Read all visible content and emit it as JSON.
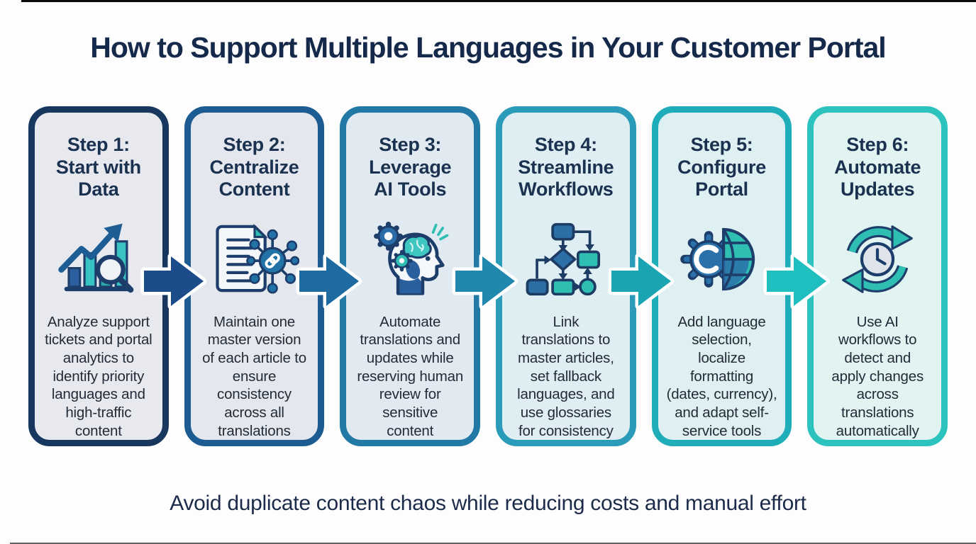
{
  "title": "How to Support Multiple Languages in Your Customer Portal",
  "tagline": "Avoid duplicate content chaos while reducing costs and manual effort",
  "steps": [
    {
      "heading": "Step 1:\nStart with\nData",
      "description": "Analyze support\ntickets and portal\nanalytics to\nidentify priority\nlanguages and\nhigh-traffic\ncontent",
      "icon": "bar-chart-magnifier-icon",
      "border_color": "#17375f",
      "fill_color": "#e7e9ef",
      "arrow_color": "#1c4c89"
    },
    {
      "heading": "Step 2:\nCentralize\nContent",
      "description": "Maintain one\nmaster version\nof each article to\nensure\nconsistency\nacross all\ntranslations",
      "icon": "document-link-network-icon",
      "border_color": "#1d5c92",
      "fill_color": "#e4e8ee",
      "arrow_color": "#1d6ba1"
    },
    {
      "heading": "Step 3:\nLeverage\nAI Tools",
      "description": "Automate\ntranslations and\nupdates while\nreserving human\nreview for\nsensitive\ncontent",
      "icon": "ai-head-gears-icon",
      "border_color": "#2379a6",
      "fill_color": "#e1eaf0",
      "arrow_color": "#2088ae"
    },
    {
      "heading": "Step 4:\nStreamline\nWorkflows",
      "description": "Link\ntranslations to\nmaster articles,\nset fallback\nlanguages, and\nuse glossaries\nfor consistency",
      "icon": "flowchart-icon",
      "border_color": "#2a9bb8",
      "fill_color": "#deeef2",
      "arrow_color": "#1ba4b2"
    },
    {
      "heading": "Step 5:\nConfigure\nPortal",
      "description": "Add language\nselection,\nlocalize\nformatting\n(dates, currency),\nand adapt self-\nservice tools",
      "icon": "gear-globe-icon",
      "border_color": "#1fadb9",
      "fill_color": "#def0f1",
      "arrow_color": "#1fbfbf"
    },
    {
      "heading": "Step 6:\nAutomate\nUpdates",
      "description": "Use AI\nworkflows to\ndetect and\napply changes\nacross\ntranslations\nautomatically",
      "icon": "sync-arrows-clock-icon",
      "border_color": "#2cc3bf",
      "fill_color": "#e1f4f2",
      "arrow_color": null
    }
  ],
  "icon_palette": {
    "navy_outline": "#1d3e6b",
    "blue_fill": "#2a6ca8",
    "teal_fill": "#2fbfb2",
    "light_fill": "#f4f7fa"
  }
}
